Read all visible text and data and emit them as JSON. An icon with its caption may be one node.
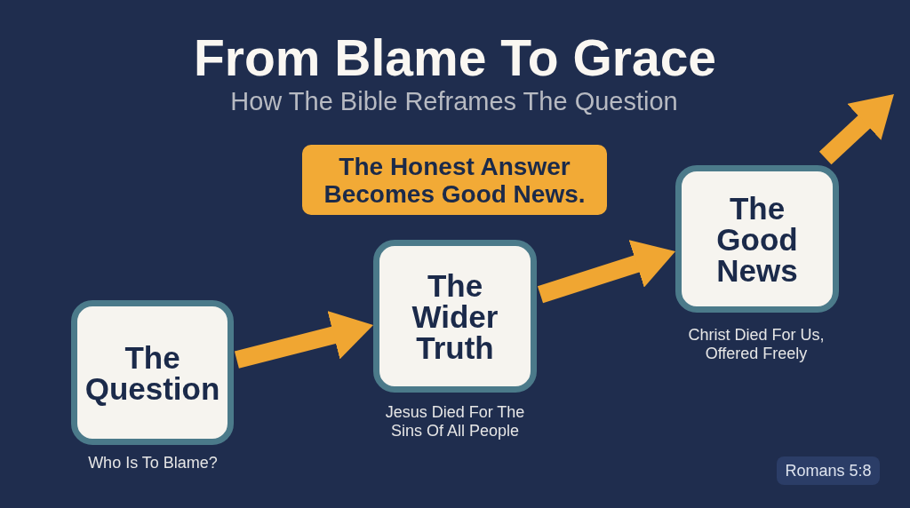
{
  "diagram": {
    "title": "From Blame To Grace",
    "nodes": [
      {
        "text": [
          "The Honest Answer Becomes Good News."
        ]
      },
      {
        "text": [
          "The Question"
        ],
        "beside": [
          "Who Is To Blame?"
        ]
      },
      {
        "text": [
          "The Wider Truth"
        ],
        "beside": [
          "Jesus Died For The Sins Of All People"
        ]
      },
      {
        "text": [
          "The Good News"
        ],
        "beside": [
          "Christ Died For Us, Offered Freely"
        ]
      },
      {
        "text": [
          "Romans 5:8"
        ]
      }
    ],
    "edges": [
      {
        "from": 1,
        "to": 2,
        "arrow": "to"
      },
      {
        "from": 2,
        "to": 3,
        "arrow": "to"
      },
      {
        "from": 3,
        "to": null,
        "arrow": "to"
      }
    ],
    "labels": [
      "How The Bible Reframes The Question"
    ]
  }
}
